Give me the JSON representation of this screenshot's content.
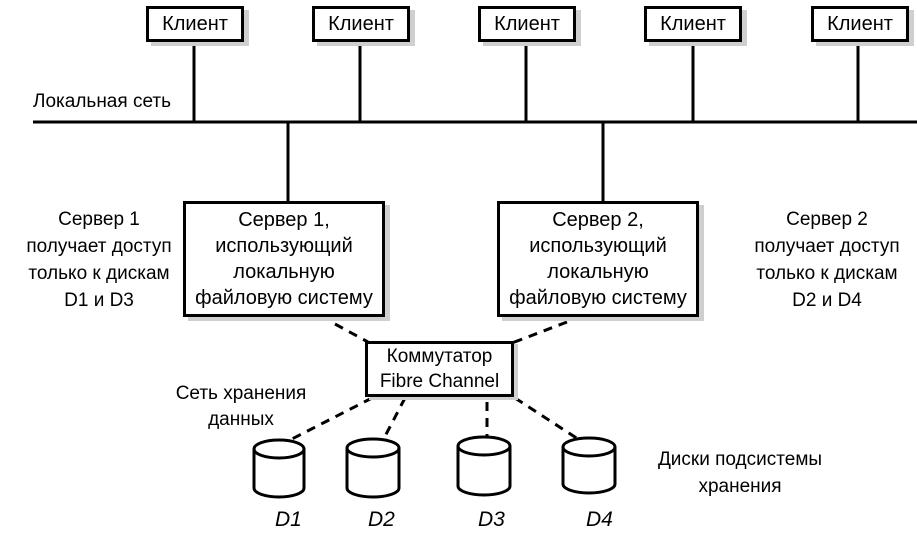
{
  "diagram": {
    "lan_label": "Локальная сеть",
    "clients": [
      {
        "label": "Клиент"
      },
      {
        "label": "Клиент"
      },
      {
        "label": "Клиент"
      },
      {
        "label": "Клиент"
      },
      {
        "label": "Клиент"
      }
    ],
    "servers": [
      {
        "lines": [
          "Сервер 1,",
          "использующий",
          "локальную",
          "файловую систему"
        ]
      },
      {
        "lines": [
          "Сервер 2,",
          "использующий",
          "локальную",
          "файловую систему"
        ]
      }
    ],
    "server_notes": [
      {
        "lines": [
          "Сервер 1",
          "получает доступ",
          "только к дискам",
          "D1 и D3"
        ]
      },
      {
        "lines": [
          "Сервер 2",
          "получает доступ",
          "только к дискам",
          "D2 и D4"
        ]
      }
    ],
    "switch": {
      "lines": [
        "Коммутатор",
        "Fibre Channel"
      ]
    },
    "san_label": {
      "lines": [
        "Сеть хранения",
        "данных"
      ]
    },
    "disks": [
      {
        "label": "D1"
      },
      {
        "label": "D2"
      },
      {
        "label": "D3"
      },
      {
        "label": "D4"
      }
    ],
    "disks_caption": {
      "lines": [
        "Диски подсистемы",
        "хранения"
      ]
    }
  }
}
